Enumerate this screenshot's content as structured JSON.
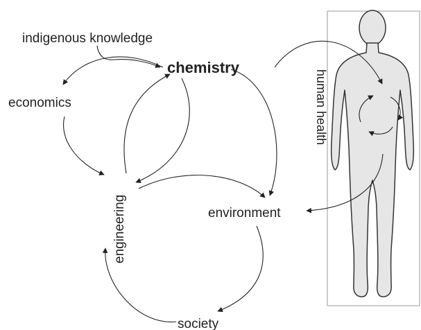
{
  "labels": {
    "indigenous": "indigenous knowledge",
    "chemistry": "chemistry",
    "economics": "economics",
    "engineering": "engineering",
    "environment": "environment",
    "society": "society",
    "human_health": "human health"
  },
  "colors": {
    "ink": "#222222",
    "body_fill": "#e6e6e6",
    "body_stroke": "#333333",
    "frame": "#9a9a9a"
  }
}
